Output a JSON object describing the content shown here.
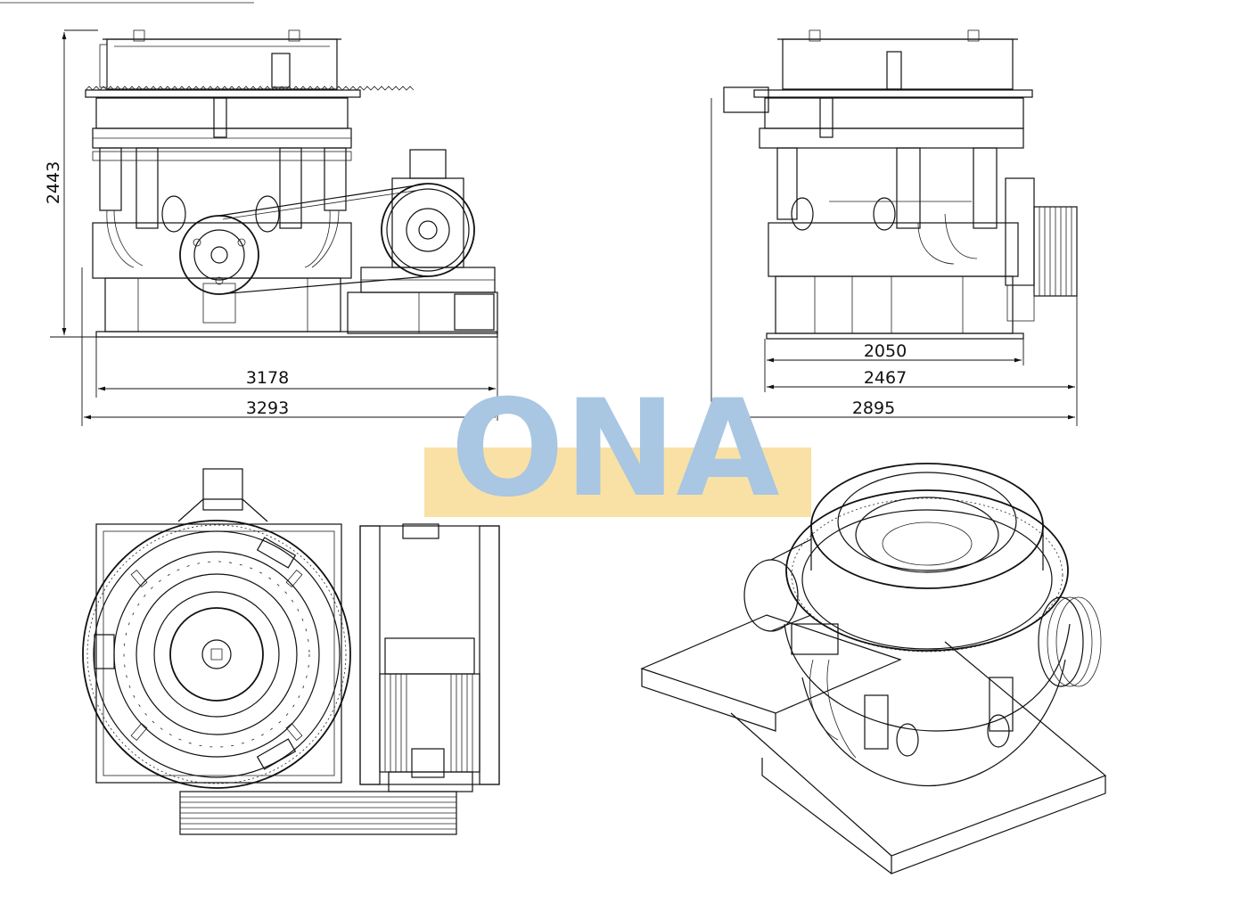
{
  "dimensions": {
    "height": "2443",
    "front_width_inner": "3178",
    "front_width_outer": "3293",
    "side_base": "2050",
    "side_width_inner": "2467",
    "side_width_outer": "2895"
  },
  "watermark": {
    "text": "ONA",
    "letter_color": "#a9c6e2",
    "band_color": "#f9e1a6"
  }
}
